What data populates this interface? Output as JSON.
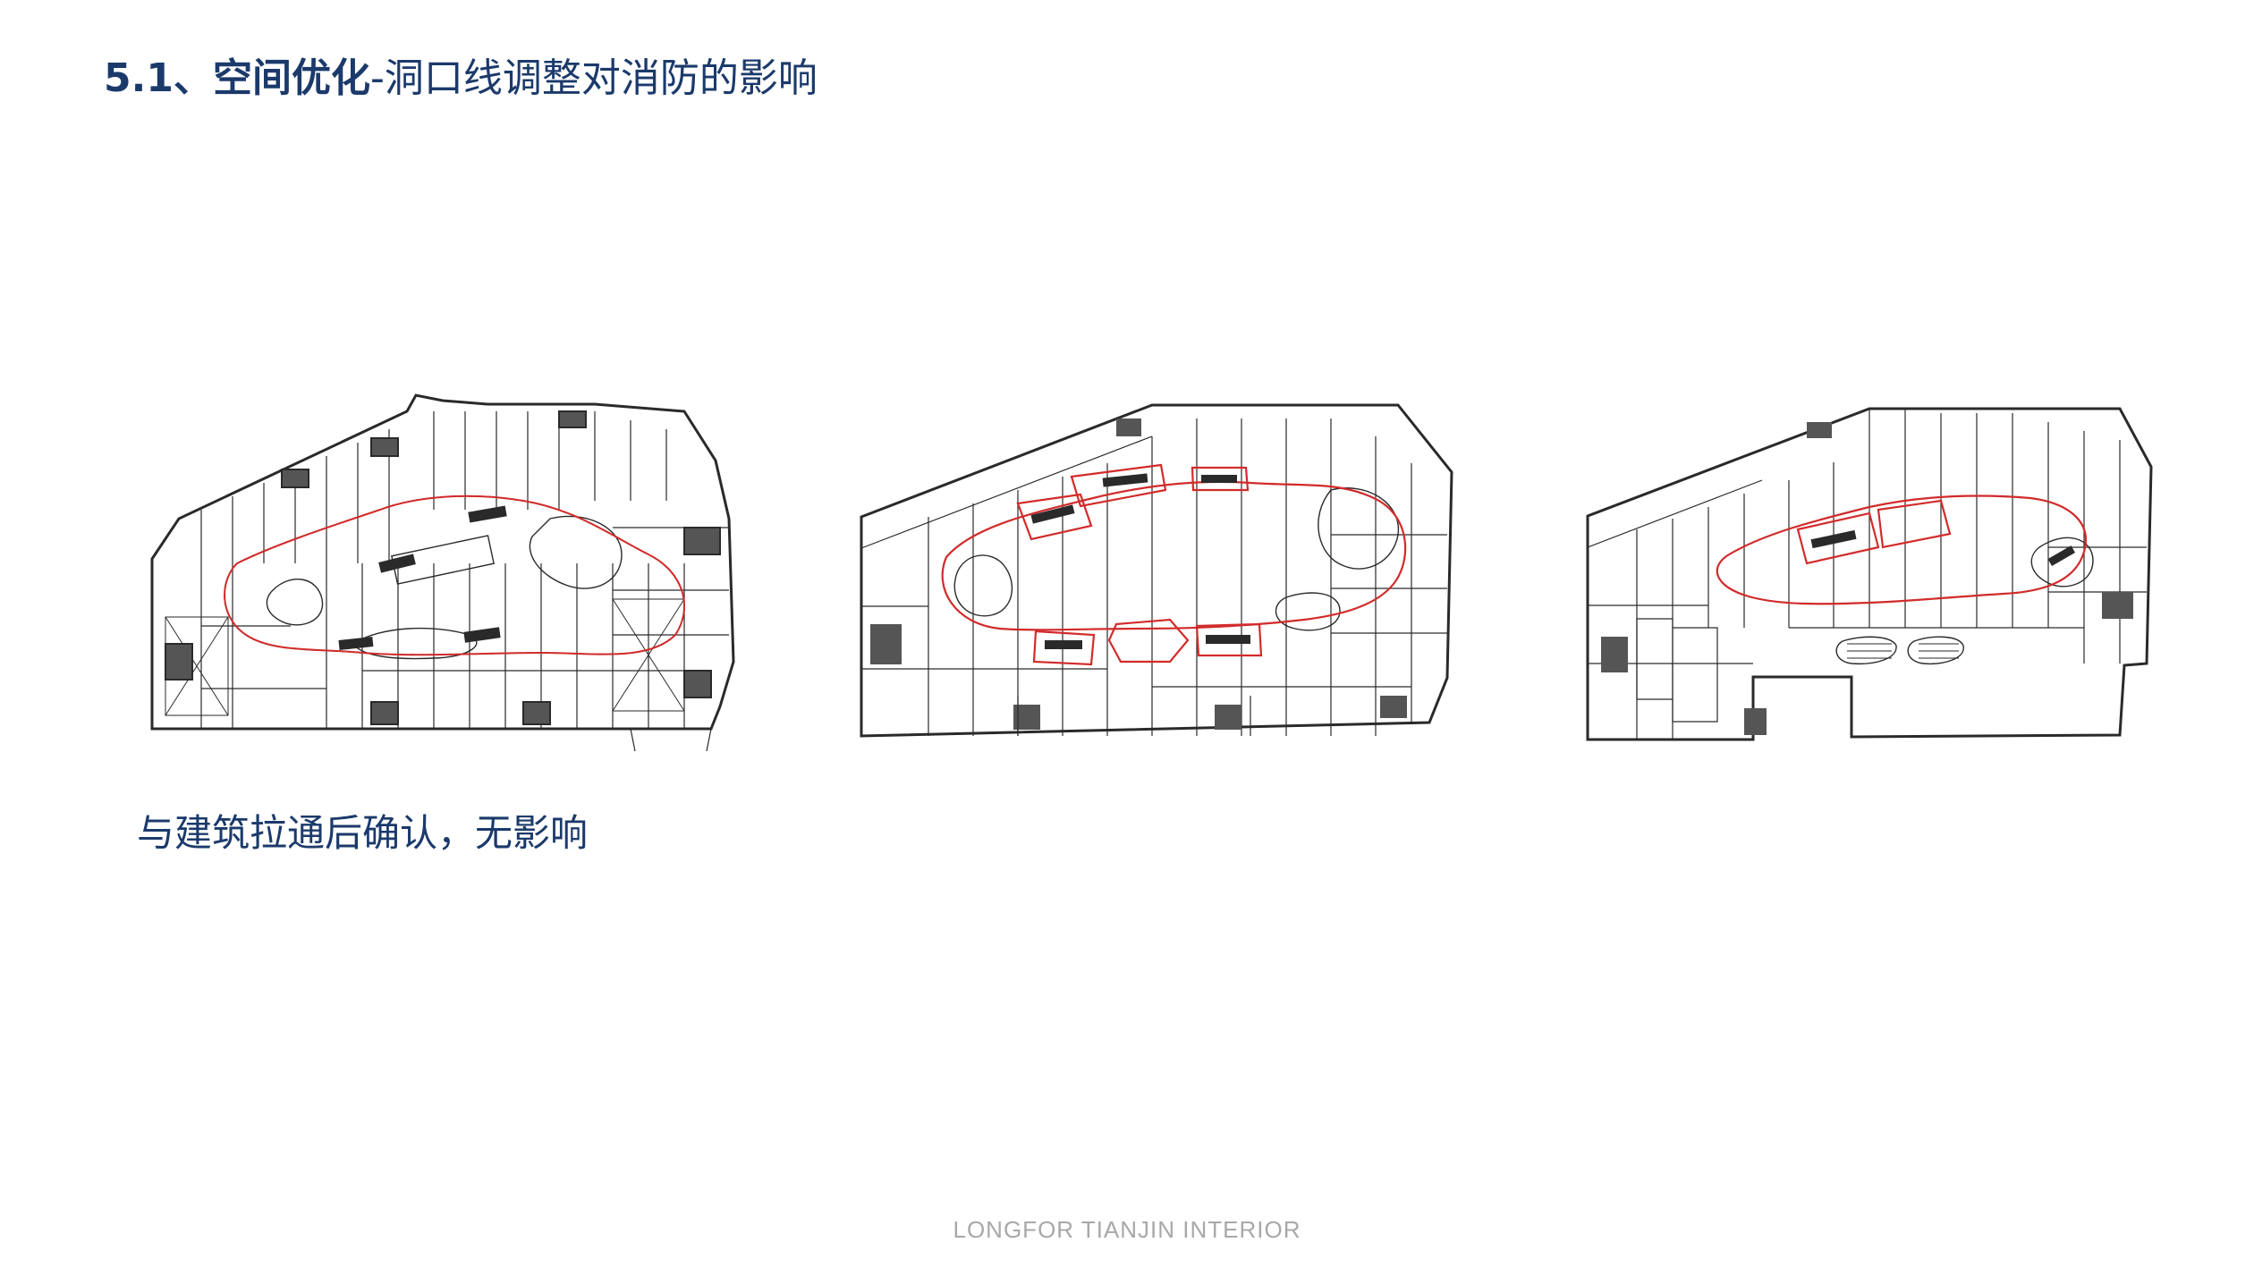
{
  "slide": {
    "title_bold": "5.1、空间优化",
    "title_normal": "-洞口线调整对消防的影响",
    "caption": "与建筑拉通后确认，无影响",
    "footer": "LONGFOR TIANJIN INTERIOR"
  },
  "colors": {
    "title": "#1b3a6b",
    "footer": "#a8a8a8",
    "plan_line": "#2a2a2a",
    "opening_line": "#d22b2b"
  },
  "plans": [
    {
      "name": "floor-plan-left",
      "icon": "architectural-floor-plan"
    },
    {
      "name": "floor-plan-middle",
      "icon": "architectural-floor-plan"
    },
    {
      "name": "floor-plan-right",
      "icon": "architectural-floor-plan"
    }
  ]
}
